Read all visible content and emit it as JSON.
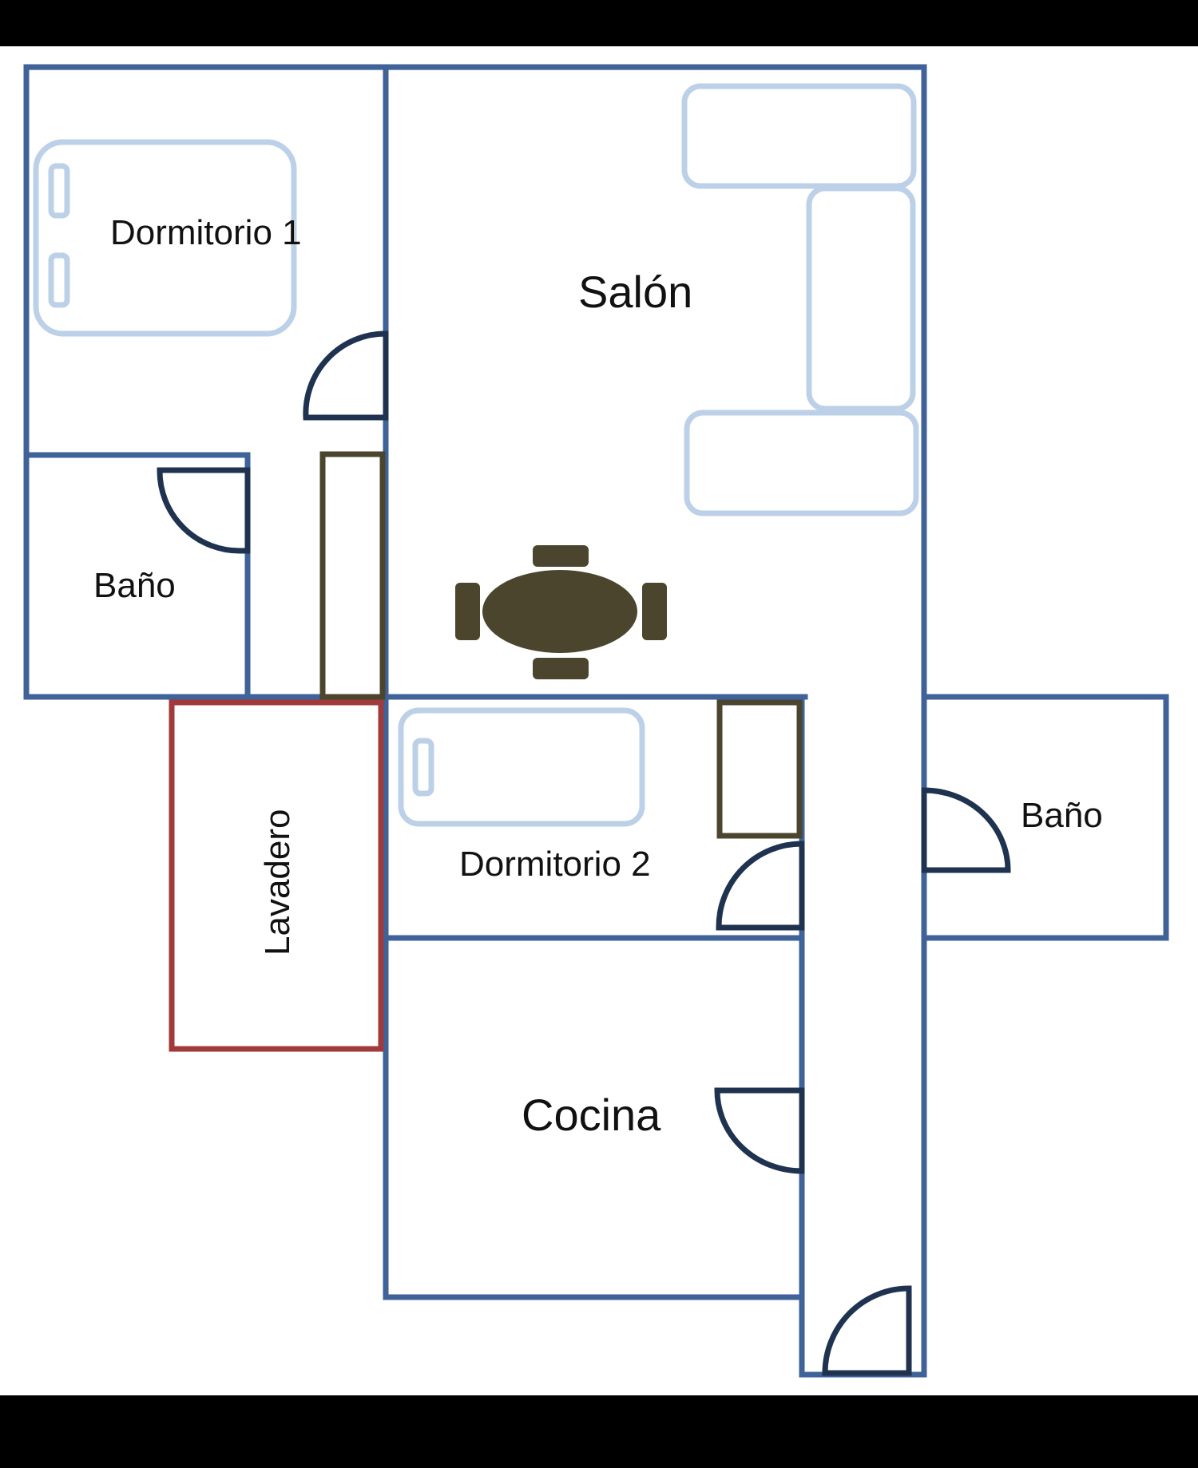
{
  "rooms": {
    "dormitorio1": "Dormitorio 1",
    "salon": "Salón",
    "bano_left": "Baño",
    "lavadero": "Lavadero",
    "dormitorio2": "Dormitorio 2",
    "bano_right": "Baño",
    "cocina": "Cocina"
  },
  "colors": {
    "walls": "#3f6299",
    "laundry_walls": "#a13a3a",
    "furniture_outline": "#bcd0e8",
    "closets_and_table": "#4b452e",
    "doors": "#1f3350",
    "frame": "#000000"
  }
}
